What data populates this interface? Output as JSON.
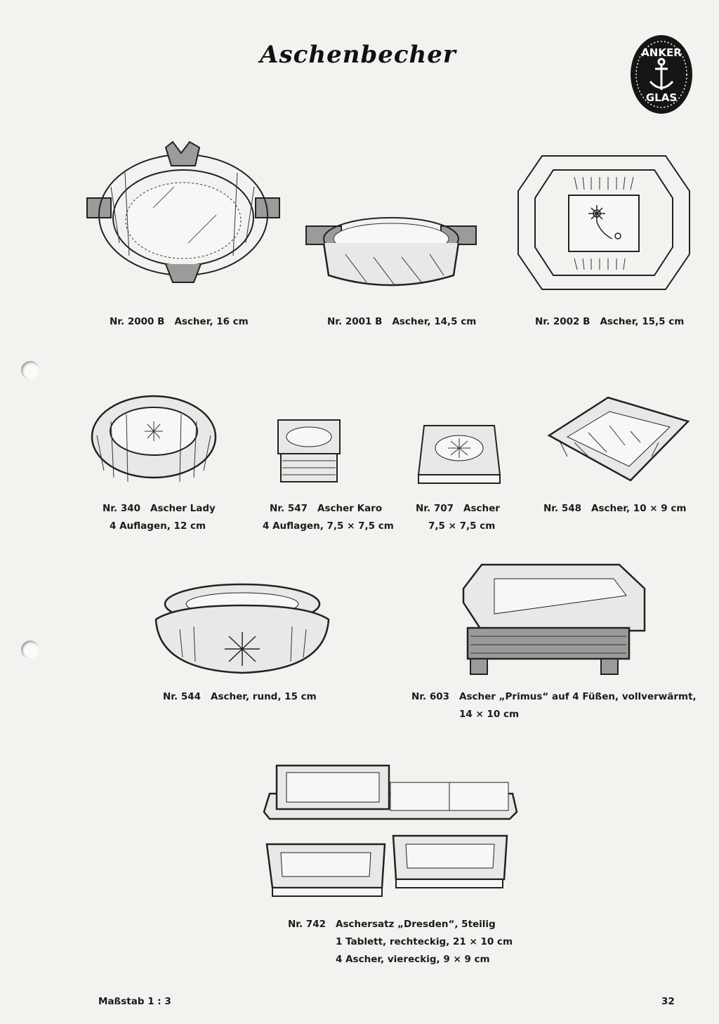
{
  "title": "Aschenbecher",
  "logo": {
    "top_text": "ANKER",
    "bottom_text": "GLAS",
    "icon": "anchor-icon"
  },
  "items": [
    {
      "nr": "Nr. 2000 B",
      "desc": "Ascher, 16 cm"
    },
    {
      "nr": "Nr. 2001 B",
      "desc": "Ascher, 14,5 cm"
    },
    {
      "nr": "Nr. 2002 B",
      "desc": "Ascher, 15,5 cm"
    },
    {
      "nr": "Nr. 340",
      "desc": "Ascher Lady",
      "line2": "4 Auflagen, 12 cm"
    },
    {
      "nr": "Nr. 547",
      "desc": "Ascher Karo",
      "line2": "4 Auflagen, 7,5 × 7,5 cm"
    },
    {
      "nr": "Nr. 707",
      "desc": "Ascher",
      "line2": "7,5 × 7,5 cm"
    },
    {
      "nr": "Nr. 548",
      "desc": "Ascher, 10 × 9 cm"
    },
    {
      "nr": "Nr. 544",
      "desc": "Ascher, rund, 15 cm"
    },
    {
      "nr": "Nr. 603",
      "desc": "Ascher „Primus“ auf 4 Füßen, vollverwärmt,",
      "line2": "14 × 10 cm"
    },
    {
      "nr": "Nr. 742",
      "desc": "Aschersatz „Dresden“, 5teilig",
      "line2": "1 Tablett, rechteckig, 21 × 10 cm",
      "line3": "4 Ascher, viereckig, 9 × 9 cm"
    }
  ],
  "footer": {
    "scale": "Maßstab 1 : 3",
    "page_number": "32"
  }
}
